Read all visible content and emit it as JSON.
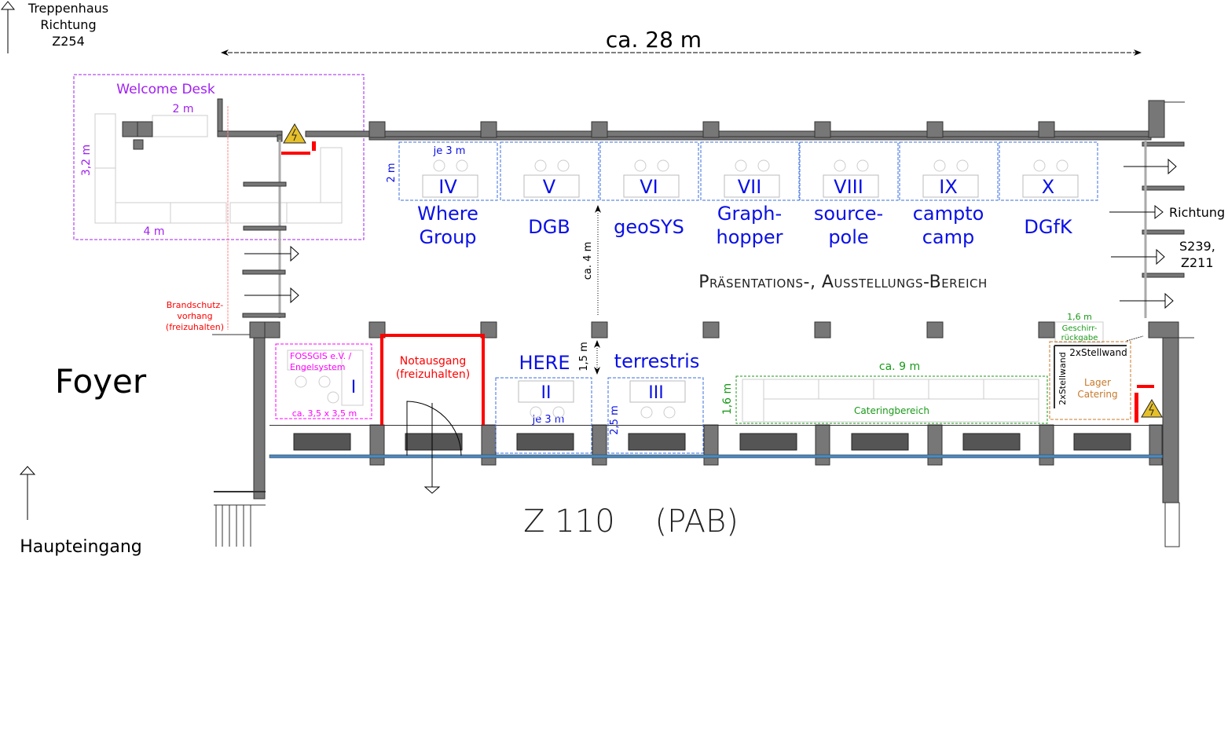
{
  "labels": {
    "stairs": [
      "Treppenhaus",
      "Richtung",
      "Z254"
    ],
    "width_dim": "ca. 28 m",
    "welcome_desk": "Welcome Desk",
    "welcome_2m": "2 m",
    "welcome_32m": "3,2 m",
    "welcome_4m": "4 m",
    "fire_curtain": [
      "Brandschutz-",
      "vorhang",
      "(freizuhalten)"
    ],
    "foyer": "Foyer",
    "main_entrance": "Haupteingang",
    "room": "Z 110    (PAB)",
    "presentation_area": "Präsentations-, Ausstellungs-Bereich",
    "direction": [
      "Richtung",
      "S239,",
      "Z211"
    ],
    "booth_depth_top": "2 m",
    "booth_width_top": "je 3 m",
    "aisle_4m": "ca. 4 m",
    "aisle_15m": "1,5 m",
    "emergency_exit": [
      "Notausgang",
      "(freizuhalten)"
    ],
    "fossgis": [
      "FOSSGIS e.V. /",
      "Engelsystem"
    ],
    "fossgis_size": "ca. 3,5 x 3,5 m",
    "booth_width_bottom": "je 3 m",
    "booth_depth_bottom": "2,5 m",
    "catering_width": "ca. 9 m",
    "catering_depth": "1,6 m",
    "catering_area": "Cateringbereich",
    "dish_return": [
      "1,6 m",
      "Geschirr-",
      "rückgabe"
    ],
    "partition_h": "2xStellwand",
    "partition_v": "2xStellwand",
    "storage": [
      "Lager",
      "Catering"
    ]
  },
  "booths_top": [
    {
      "numeral": "IV",
      "name": [
        "Where",
        "Group"
      ]
    },
    {
      "numeral": "V",
      "name": [
        "DGB"
      ]
    },
    {
      "numeral": "VI",
      "name": [
        "geoSYS"
      ]
    },
    {
      "numeral": "VII",
      "name": [
        "Graph-",
        "hopper"
      ]
    },
    {
      "numeral": "VIII",
      "name": [
        "source-",
        "pole"
      ]
    },
    {
      "numeral": "IX",
      "name": [
        "campto",
        "camp"
      ]
    },
    {
      "numeral": "X",
      "name": [
        "DGfK"
      ]
    }
  ],
  "booths_bottom": [
    {
      "numeral": "I"
    },
    {
      "numeral": "II",
      "name": "HERE"
    },
    {
      "numeral": "III",
      "name": "terrestris"
    }
  ],
  "colors": {
    "booth": "#0a10e6",
    "welcome": "#a020f0",
    "fossgis": "#ff00ff",
    "emergency": "#ff0000",
    "catering": "#1a9a1a",
    "storage": "#c8782a"
  }
}
